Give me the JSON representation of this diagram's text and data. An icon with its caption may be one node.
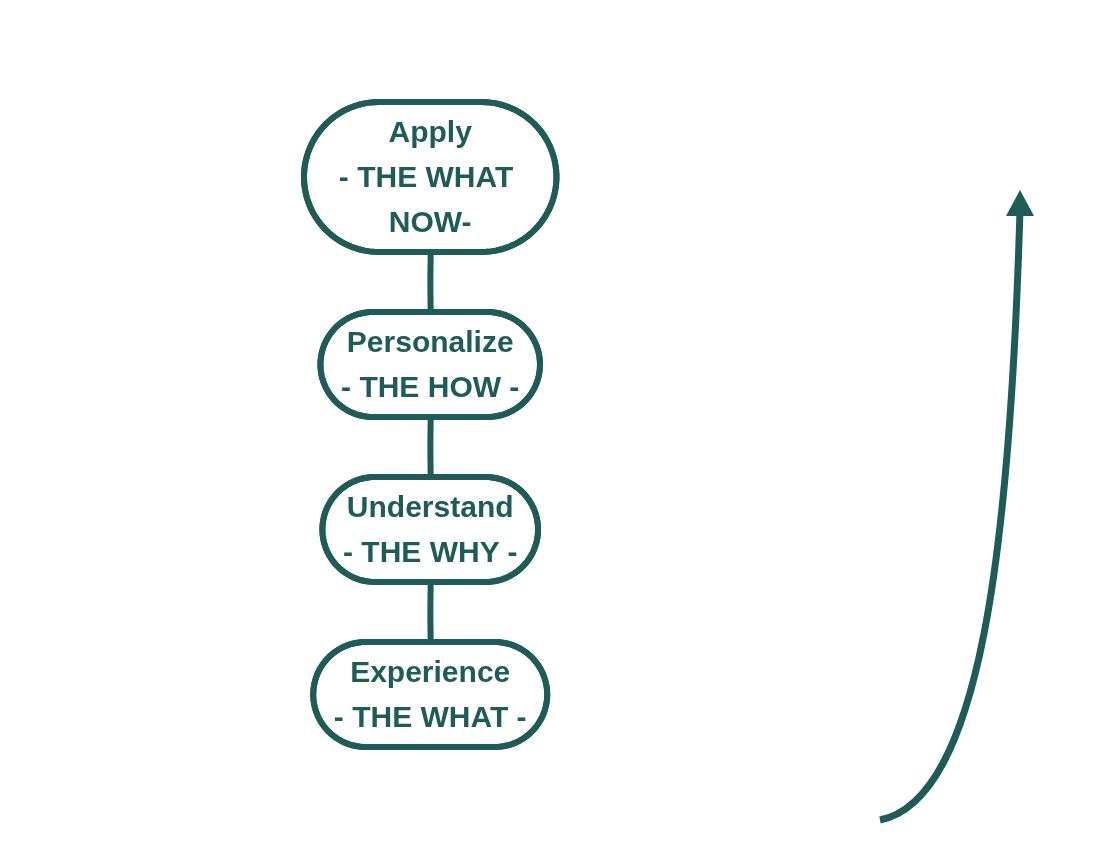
{
  "diagram": {
    "nodes": [
      {
        "text": [
          "Experience",
          "- THE WHAT -"
        ]
      },
      {
        "text": [
          "Understand",
          "- THE WHY -"
        ]
      },
      {
        "text": [
          "Personalize",
          "- THE HOW -"
        ]
      },
      {
        "text": [
          "Apply",
          "- THE WHAT NOW-"
        ]
      }
    ],
    "edges": [
      {
        "from": 0,
        "to": 1,
        "arrow": "none"
      },
      {
        "from": 1,
        "to": 2,
        "arrow": "none"
      },
      {
        "from": 2,
        "to": 3,
        "arrow": "none"
      }
    ]
  }
}
